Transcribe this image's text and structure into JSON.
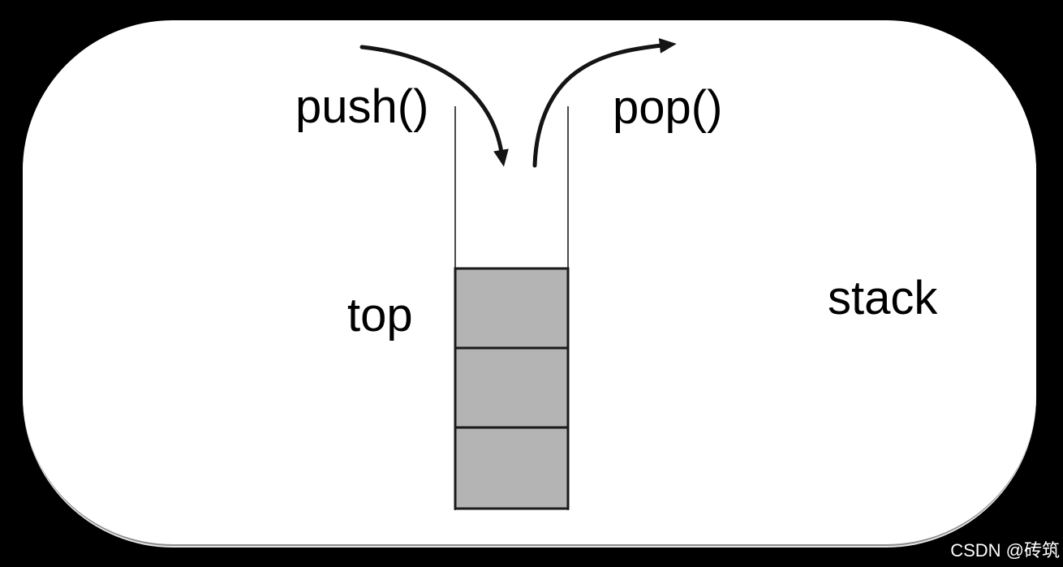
{
  "slide": {
    "push_label": "push()",
    "pop_label": "pop()",
    "top_label": "top",
    "stack_label": "stack",
    "stack": {
      "cell_count": 3
    },
    "colors": {
      "background": "#000000",
      "slide_bg": "#ffffff",
      "cell_fill": "#b4b4b4",
      "cell_border": "#1a1a1a",
      "wall": "#4a4a4a",
      "arrow": "#141414",
      "label_text": "#000000",
      "watermark_text": "#ffffff"
    }
  },
  "watermark": {
    "text": "CSDN @砖筑"
  }
}
